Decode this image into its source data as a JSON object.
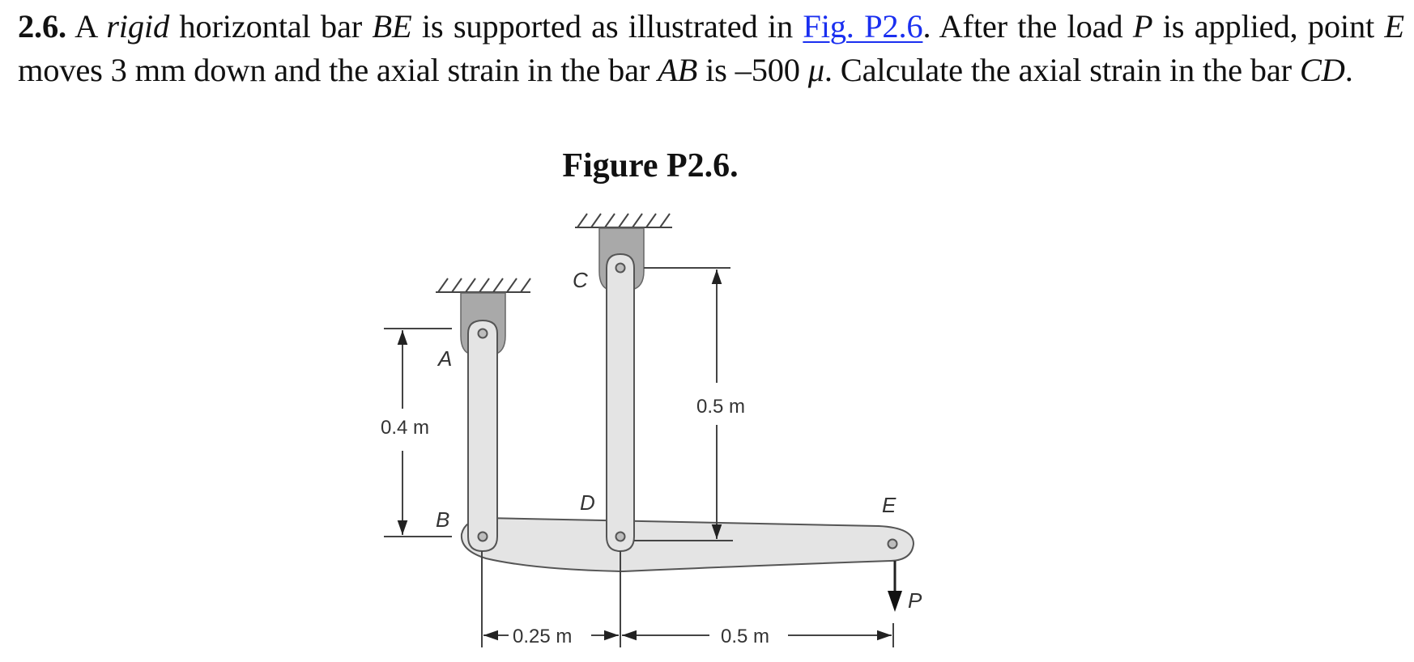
{
  "problem": {
    "number": "2.6.",
    "text_parts": {
      "p1": " A ",
      "rigid": "rigid",
      "p2": " horizontal bar ",
      "BE": "BE",
      "p3": " is supported as illustrated in ",
      "link": "Fig. P2.6",
      "p4": ". After the load ",
      "P": "P",
      "p5": " is applied, point ",
      "E": "E",
      "p6": " moves 3 mm down and the axial strain in the bar ",
      "AB": "AB",
      "p7": " is –500 ",
      "mu": "μ",
      "p8": ". Calculate the axial strain in the bar ",
      "CD": "CD",
      "p9": "."
    },
    "link_color": "#1a2ff0"
  },
  "figure": {
    "title": "Figure P2.6.",
    "labels": {
      "A": "A",
      "B": "B",
      "C": "C",
      "D": "D",
      "E": "E",
      "P": "P"
    },
    "dimensions": {
      "AB_length": "0.4 m",
      "CD_length": "0.5 m",
      "BD_distance": "0.25 m",
      "DE_distance": "0.5 m"
    },
    "colors": {
      "support_fill": "#a9a9a9",
      "bar_fill": "#e4e4e4",
      "outline": "#555555",
      "dimension_line": "#444444"
    }
  }
}
